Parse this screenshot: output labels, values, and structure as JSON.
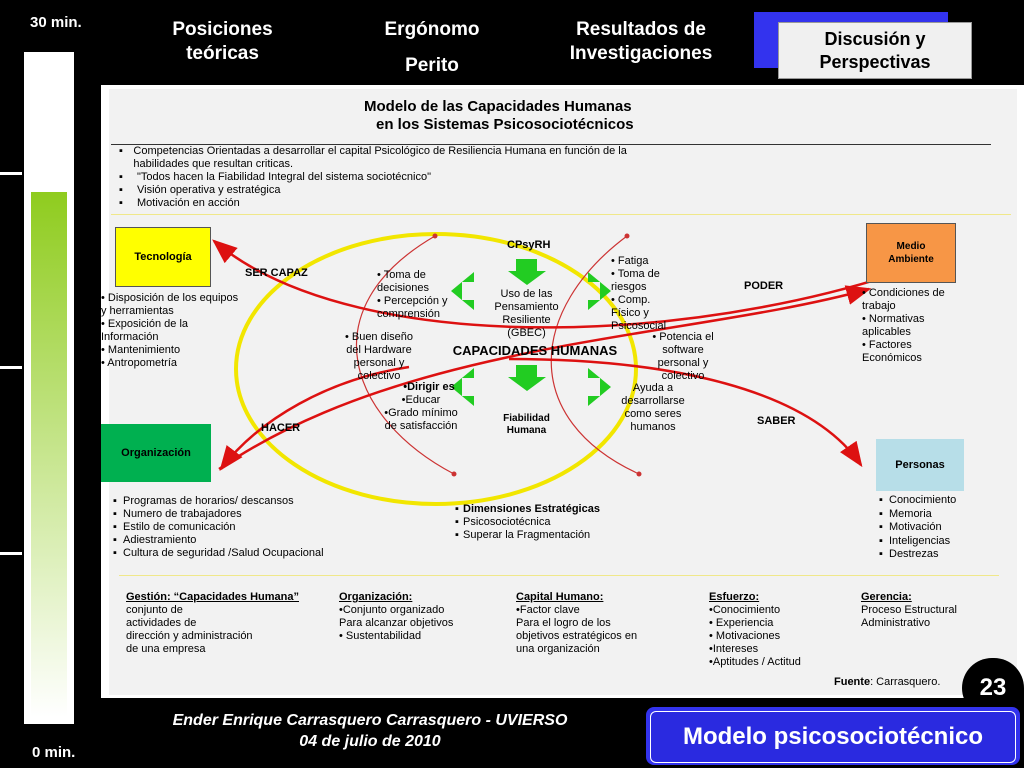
{
  "timer": {
    "top_label": "30 min.",
    "bottom_label": "0 min.",
    "elapsed_fraction": 0.8
  },
  "nav": {
    "tab1": "Posiciones\nteóricas",
    "tab2a": "Ergónomo",
    "tab2b": "Perito",
    "tab3": "Resultados de\nInvestigaciones",
    "tab4": "Discusión y\nPerspectivas"
  },
  "slide": {
    "title_line1": "Modelo de las Capacidades Humanas",
    "title_line2": "en los Sistemas Psicosociotécnicos",
    "intro_bullets": [
      "Competencias Orientadas a desarrollar el capital Psicológico de Resiliencia Humana en función de la  habilidades que resultan criticas.",
      "\"Todos hacen la Fiabilidad Integral del sistema sociotécnico\"",
      "Visión operativa y estratégica",
      "Motivación en acción"
    ],
    "boxes": {
      "tecnologia": "Tecnología",
      "medio_ambiente": "Medio\nAmbiente",
      "organizacion": "Organización",
      "personas": "Personas"
    },
    "arrow_labels": {
      "ser_capaz": "SER CAPAZ",
      "poder": "PODER",
      "hacer": "HACER",
      "saber": "SABER"
    },
    "tecnologia_list": "• Disposición de los equipos\ny herramientas\n• Exposición de la\nInformación\n• Mantenimiento\n• Antropometría",
    "medio_list": "• Condiciones de\ntrabajo\n• Normativas\naplicables\n• Factores\nEconómicos",
    "organizacion_list": [
      "Programas de horarios/ descansos",
      "Numero de trabajadores",
      "Estilo de comunicación",
      "Adiestramiento",
      "Cultura de seguridad /Salud Ocupacional"
    ],
    "personas_list": [
      "Conocimiento",
      "Memoria",
      "Motivación",
      "Inteligencias",
      "Destrezas"
    ],
    "center": {
      "cpsyrh": "CPsyRH",
      "uso": "Uso de las\nPensamiento\nResiliente\n(GBEC)",
      "capacidades": "CAPACIDADES HUMANAS",
      "fiabilidad": "Fiabilidad\nHumana",
      "toma": "• Toma de\ndecisiones\n• Percepción y\ncomprensión",
      "fatiga": "• Fatiga\n• Toma de\nriesgos\n• Comp.\nFísico y\nPsicosocial",
      "buen": "• Buen diseño\ndel Hardware\npersonal y\ncolectivo",
      "potencia": "• Potencia el\nsoftware\npersonal y\ncolectivo",
      "dirigir_title": "•Dirigir es",
      "dirigir": "•Educar\n•Grado mínimo\nde satisfacción",
      "ayuda": "Ayuda a\ndesarrollarse\ncomo seres\nhumanos"
    },
    "dimensiones": {
      "title": "Dimensiones  Estratégicas",
      "items": [
        "Psicosociotécnica",
        "Superar la Fragmentación"
      ]
    },
    "bottom": [
      {
        "title": "Gestión:  “Capacidades Humana”",
        "text": "conjunto de\nactividades de\ndirección y administración\nde una empresa"
      },
      {
        "title": "Organización:",
        "text": "•Conjunto organizado\nPara alcanzar objetivos\n• Sustentabilidad"
      },
      {
        "title": "Capital Humano:",
        "text": "•Factor clave\nPara el logro de los\nobjetivos estratégicos en\nuna organización"
      },
      {
        "title": "Esfuerzo:",
        "text": "•Conocimiento\n• Experiencia\n• Motivaciones\n•Intereses\n•Aptitudes / Actitud"
      },
      {
        "title": "Gerencia:",
        "text": "Proceso Estructural\nAdministrativo"
      }
    ],
    "fuente_label": "Fuente",
    "fuente_value": ": Carrasquero."
  },
  "page_number": "23",
  "footer": {
    "line1": "Ender Enrique Carrasquero Carrasquero - UVIERSO",
    "line2": "04 de julio de 2010"
  },
  "title_badge": "Modelo psicosociotécnico",
  "colors": {
    "accent_blue": "#3333ee",
    "timer_green": "#8fcc1e",
    "arrow_red": "#dd1111",
    "ellipse_yellow": "#f2e600",
    "arrow_green": "#22cc22"
  }
}
